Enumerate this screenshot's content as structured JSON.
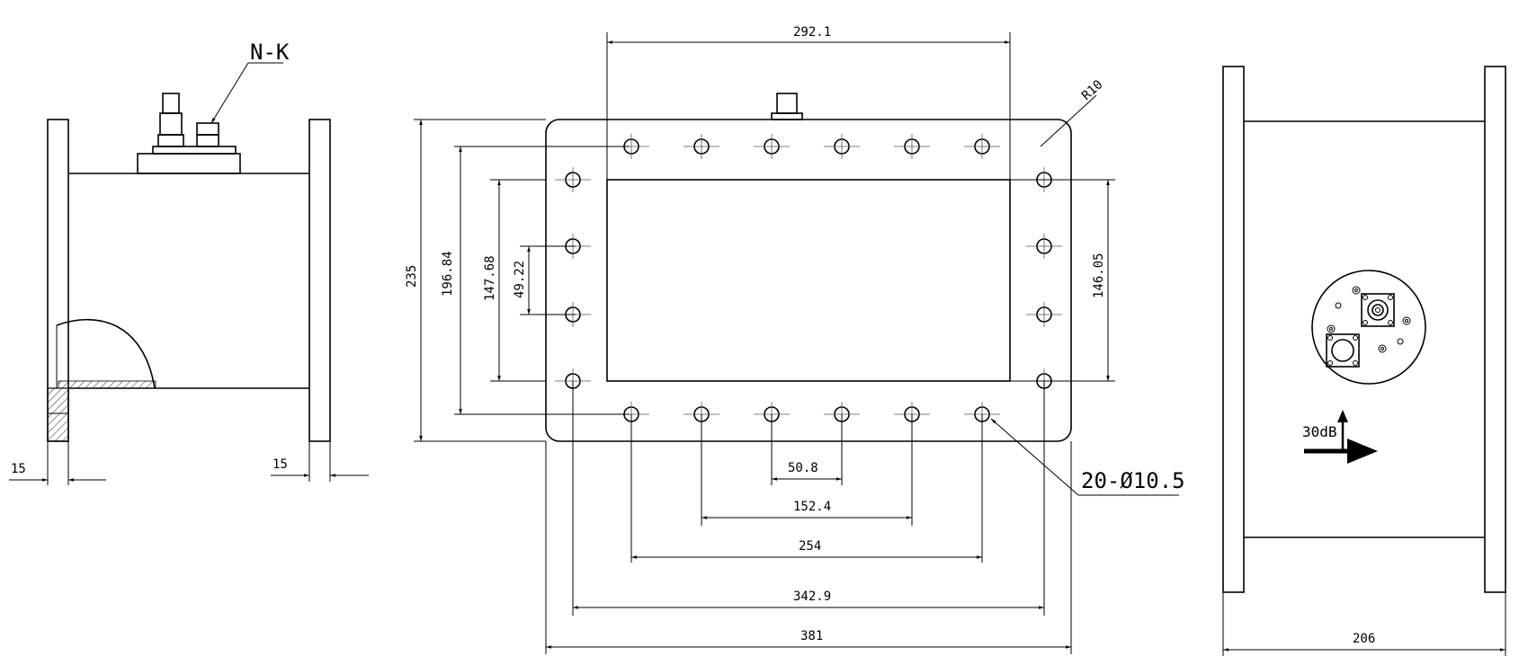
{
  "side_view": {
    "connector_label": "N-K",
    "flange_left_thickness": "15",
    "flange_right_thickness": "15"
  },
  "front_view": {
    "flange_width_inner_holes": "292.1",
    "corner_radius": "R10",
    "height_outer": "235",
    "height_holes_outer": "196.84",
    "height_opening": "147.68",
    "height_holes_inner": "49.22",
    "height_right_holes": "146.05",
    "pitch_small": "50.8",
    "pitch_mid": "152.4",
    "pitch_large": "254",
    "width_holes": "342.9",
    "width_outer": "381",
    "hole_callout": "20-Ø10.5"
  },
  "end_view": {
    "coupling_label": "30dB",
    "length": "206"
  }
}
